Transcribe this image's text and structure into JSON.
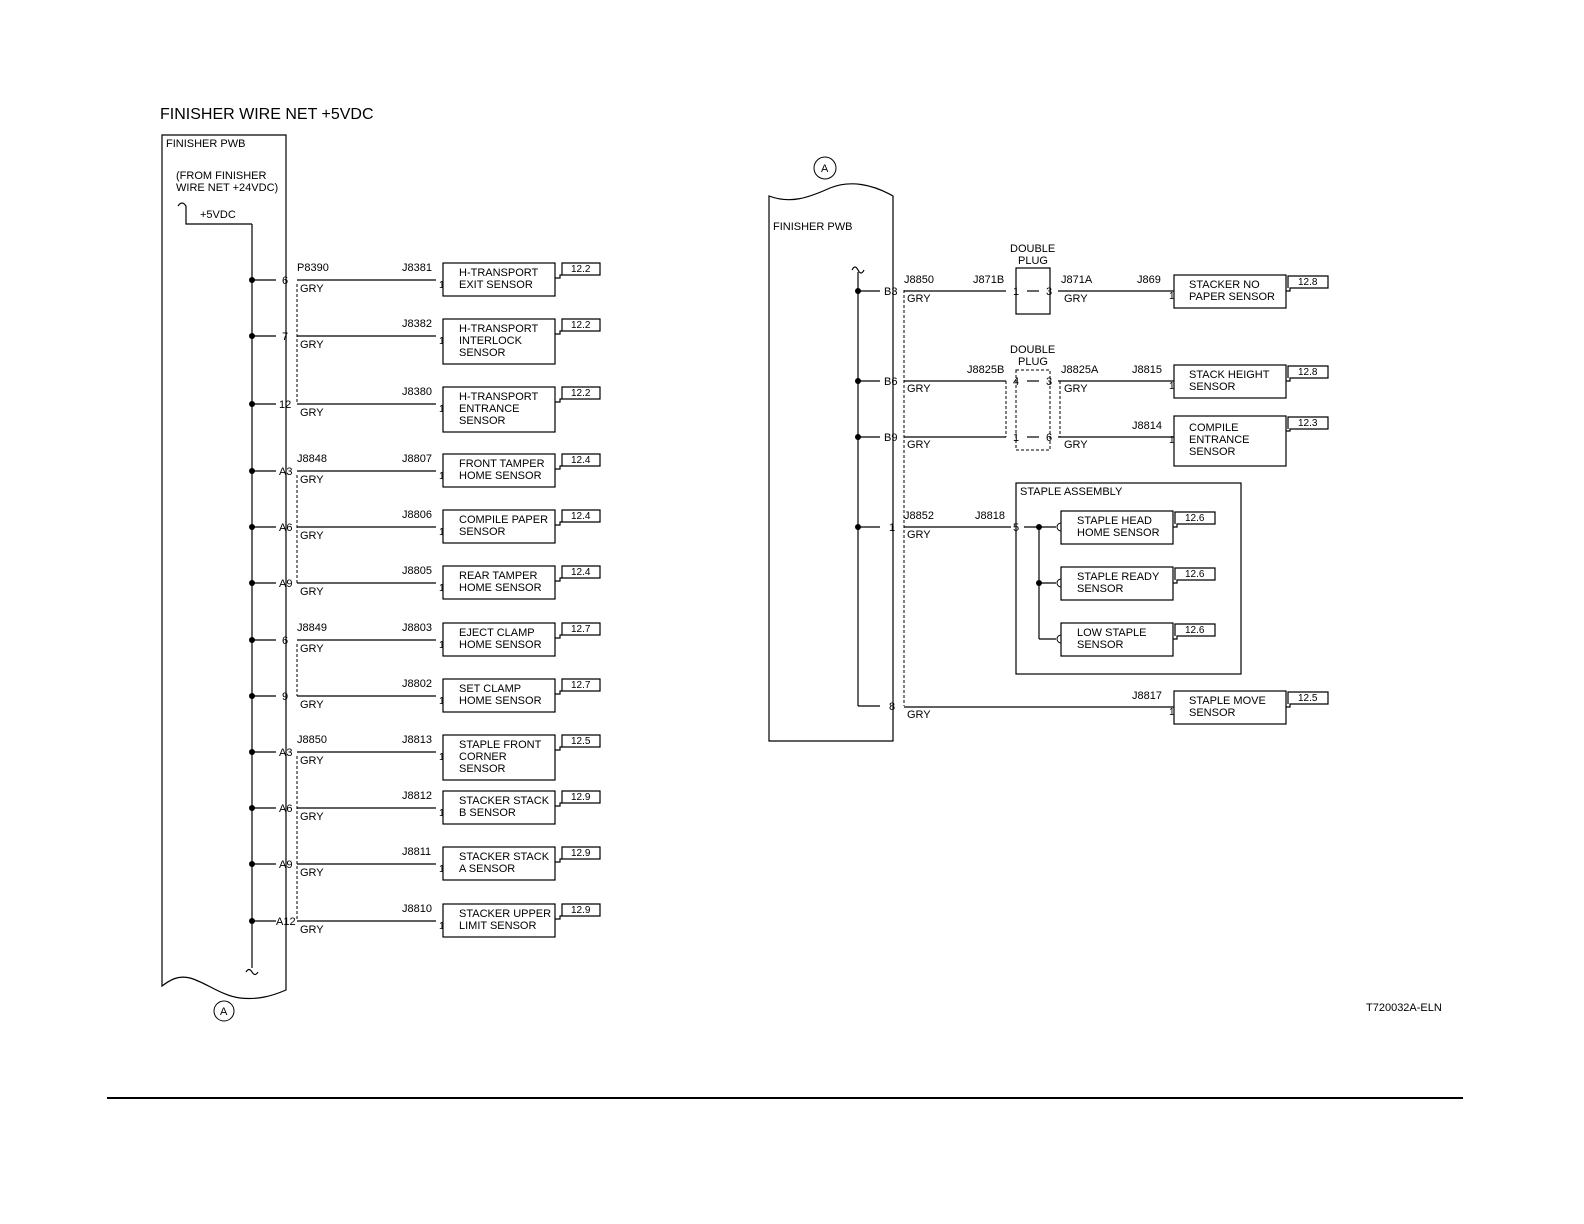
{
  "title": "FINISHER WIRE NET +5VDC",
  "figure_code": "T720032A-ELN",
  "off_page_connector": "A",
  "left": {
    "pwb_label": "FINISHER PWB",
    "from_note": [
      "(FROM FINISHER",
      "WIRE NET +24VDC)"
    ],
    "supply_label": "+5VDC",
    "rows": [
      {
        "pin": "6",
        "plug": "P8390",
        "jack": "J8381",
        "wire": "GRY",
        "jpin": "1",
        "sensor": [
          "H-TRANSPORT",
          "EXIT SENSOR"
        ],
        "ref": "12.2"
      },
      {
        "pin": "7",
        "plug": "",
        "jack": "J8382",
        "wire": "GRY",
        "jpin": "1",
        "sensor": [
          "H-TRANSPORT",
          "INTERLOCK",
          "SENSOR"
        ],
        "ref": "12.2"
      },
      {
        "pin": "12",
        "plug": "",
        "jack": "J8380",
        "wire": "GRY",
        "jpin": "1",
        "sensor": [
          "H-TRANSPORT",
          "ENTRANCE",
          "SENSOR"
        ],
        "ref": "12.2"
      },
      {
        "pin": "A3",
        "plug": "J8848",
        "jack": "J8807",
        "wire": "GRY",
        "jpin": "1",
        "sensor": [
          "FRONT TAMPER",
          "HOME SENSOR"
        ],
        "ref": "12.4"
      },
      {
        "pin": "A6",
        "plug": "",
        "jack": "J8806",
        "wire": "GRY",
        "jpin": "1",
        "sensor": [
          "COMPILE PAPER",
          "SENSOR"
        ],
        "ref": "12.4"
      },
      {
        "pin": "A9",
        "plug": "",
        "jack": "J8805",
        "wire": "GRY",
        "jpin": "1",
        "sensor": [
          "REAR TAMPER",
          "HOME SENSOR"
        ],
        "ref": "12.4"
      },
      {
        "pin": "6",
        "plug": "J8849",
        "jack": "J8803",
        "wire": "GRY",
        "jpin": "1",
        "sensor": [
          "EJECT CLAMP",
          "HOME SENSOR"
        ],
        "ref": "12.7"
      },
      {
        "pin": "9",
        "plug": "",
        "jack": "J8802",
        "wire": "GRY",
        "jpin": "1",
        "sensor": [
          "SET CLAMP",
          "HOME SENSOR"
        ],
        "ref": "12.7"
      },
      {
        "pin": "A3",
        "plug": "J8850",
        "jack": "J8813",
        "wire": "GRY",
        "jpin": "1",
        "sensor": [
          "STAPLE FRONT",
          "CORNER",
          "SENSOR"
        ],
        "ref": "12.5"
      },
      {
        "pin": "A6",
        "plug": "",
        "jack": "J8812",
        "wire": "GRY",
        "jpin": "1",
        "sensor": [
          "STACKER STACK",
          "B SENSOR"
        ],
        "ref": "12.9"
      },
      {
        "pin": "A9",
        "plug": "",
        "jack": "J8811",
        "wire": "GRY",
        "jpin": "1",
        "sensor": [
          "STACKER STACK",
          "A SENSOR"
        ],
        "ref": "12.9"
      },
      {
        "pin": "A12",
        "plug": "",
        "jack": "J8810",
        "wire": "GRY",
        "jpin": "1",
        "sensor": [
          "STACKER UPPER",
          "LIMIT SENSOR"
        ],
        "ref": "12.9"
      }
    ]
  },
  "right": {
    "pwb_label": "FINISHER PWB",
    "double_plug_label": [
      "DOUBLE",
      "PLUG"
    ],
    "staple_assembly_label": "STAPLE ASSEMBLY",
    "pins": {
      "b3": "B3",
      "b6": "B6",
      "b9": "B9",
      "p1": "1",
      "p8": "8"
    },
    "plugs": {
      "j8850": "J8850",
      "j871b": "J871B",
      "j871a": "J871A",
      "j869": "J869",
      "j8825b": "J8825B",
      "j8825a": "J8825A",
      "j8815": "J8815",
      "j8814": "J8814",
      "j8852": "J8852",
      "j8818": "J8818",
      "j8817": "J8817"
    },
    "dp_pins": {
      "a1": "1",
      "a3": "3",
      "b4": "4",
      "b3": "3",
      "b1": "1",
      "b6": "6"
    },
    "staple_pin": "5",
    "wire": "GRY",
    "jpin": "1",
    "sensors": {
      "stacker_no_paper": {
        "name": [
          "STACKER NO",
          "PAPER SENSOR"
        ],
        "ref": "12.8"
      },
      "stack_height": {
        "name": [
          "STACK HEIGHT",
          "SENSOR"
        ],
        "ref": "12.8"
      },
      "compile_entrance": {
        "name": [
          "COMPILE",
          "ENTRANCE",
          "SENSOR"
        ],
        "ref": "12.3"
      },
      "staple_head_home": {
        "name": [
          "STAPLE HEAD",
          "HOME SENSOR"
        ],
        "ref": "12.6"
      },
      "staple_ready": {
        "name": [
          "STAPLE READY",
          "SENSOR"
        ],
        "ref": "12.6"
      },
      "low_staple": {
        "name": [
          "LOW STAPLE",
          "SENSOR"
        ],
        "ref": "12.6"
      },
      "staple_move": {
        "name": [
          "STAPLE MOVE",
          "SENSOR"
        ],
        "ref": "12.5"
      }
    }
  }
}
